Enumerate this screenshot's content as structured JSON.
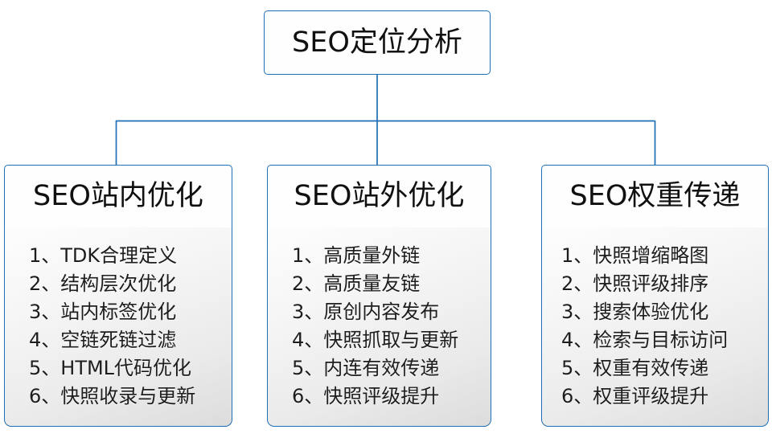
{
  "diagram": {
    "type": "org-chart",
    "orientation": "top-down",
    "colors": {
      "border": "#1f6fb5",
      "connector": "#1f6fb5",
      "header_background": "#fefefe",
      "body_background_top": "#fdfdfd",
      "body_background_bottom": "#dcdcdc",
      "text": "#101010"
    },
    "root": {
      "label": "SEO定位分析"
    },
    "branches": [
      {
        "title": "SEO站内优化",
        "items": [
          "1、TDK合理定义",
          "2、结构层次优化",
          "3、站内标签优化",
          "4、空链死链过滤",
          "5、HTML代码优化",
          "6、快照收录与更新"
        ]
      },
      {
        "title": "SEO站外优化",
        "items": [
          "1、高质量外链",
          "2、高质量友链",
          "3、原创内容发布",
          "4、快照抓取与更新",
          "5、内连有效传递",
          "6、快照评级提升"
        ]
      },
      {
        "title": "SEO权重传递",
        "items": [
          "1、快照增缩略图",
          "2、快照评级排序",
          "3、搜索体验优化",
          "4、检索与目标访问",
          "5、权重有效传递",
          "6、权重评级提升"
        ]
      }
    ]
  }
}
